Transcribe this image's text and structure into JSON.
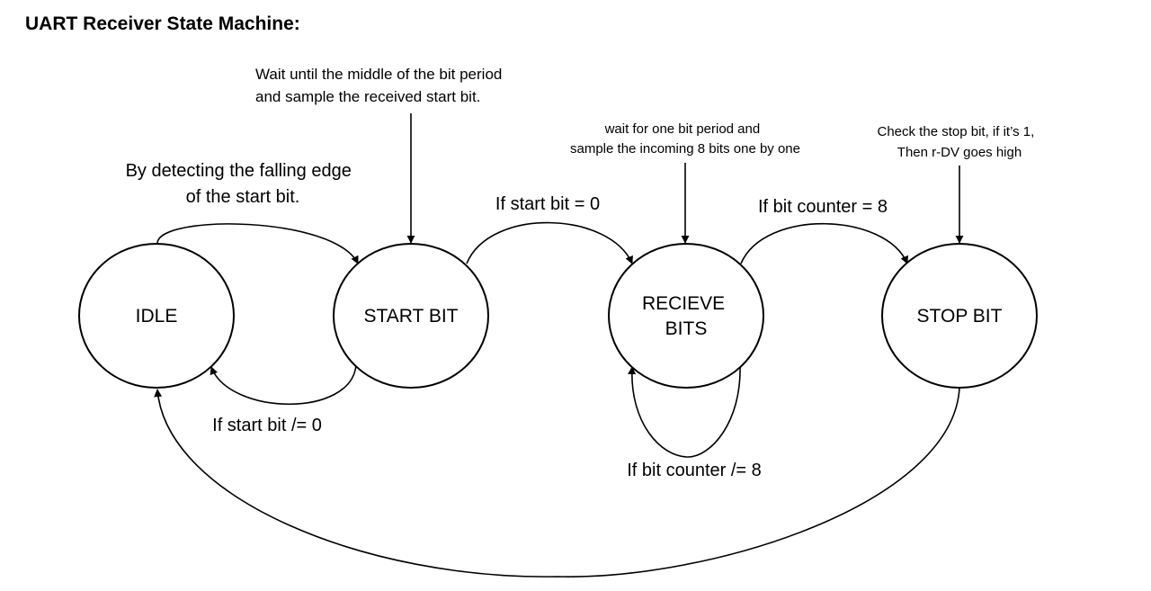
{
  "title": "UART Receiver State Machine:",
  "states": {
    "idle": {
      "label": [
        "IDLE"
      ]
    },
    "start_bit": {
      "label": [
        "START BIT"
      ]
    },
    "receive_bits": {
      "label": [
        "RECIEVE",
        "BITS"
      ]
    },
    "stop_bit": {
      "label": [
        "STOP BIT"
      ]
    }
  },
  "transitions": {
    "idle_to_start": {
      "label": [
        "By detecting the falling edge",
        "of the start bit."
      ]
    },
    "start_to_idle": {
      "label": [
        "If start bit /= 0"
      ]
    },
    "start_to_receive": {
      "label": [
        "If start bit = 0"
      ]
    },
    "receive_loop": {
      "label": [
        "If bit counter /= 8"
      ]
    },
    "receive_to_stop": {
      "label": [
        "If bit counter = 8"
      ]
    },
    "stop_to_idle": {
      "label": []
    }
  },
  "notes": {
    "start_bit_note": [
      "Wait until the middle of the bit period",
      "and sample the received start bit."
    ],
    "receive_note": [
      "wait for one bit period and",
      "sample the incoming 8 bits one by one"
    ],
    "stop_note": [
      "Check the stop bit, if it’s 1,",
      "Then r-DV goes high"
    ]
  }
}
